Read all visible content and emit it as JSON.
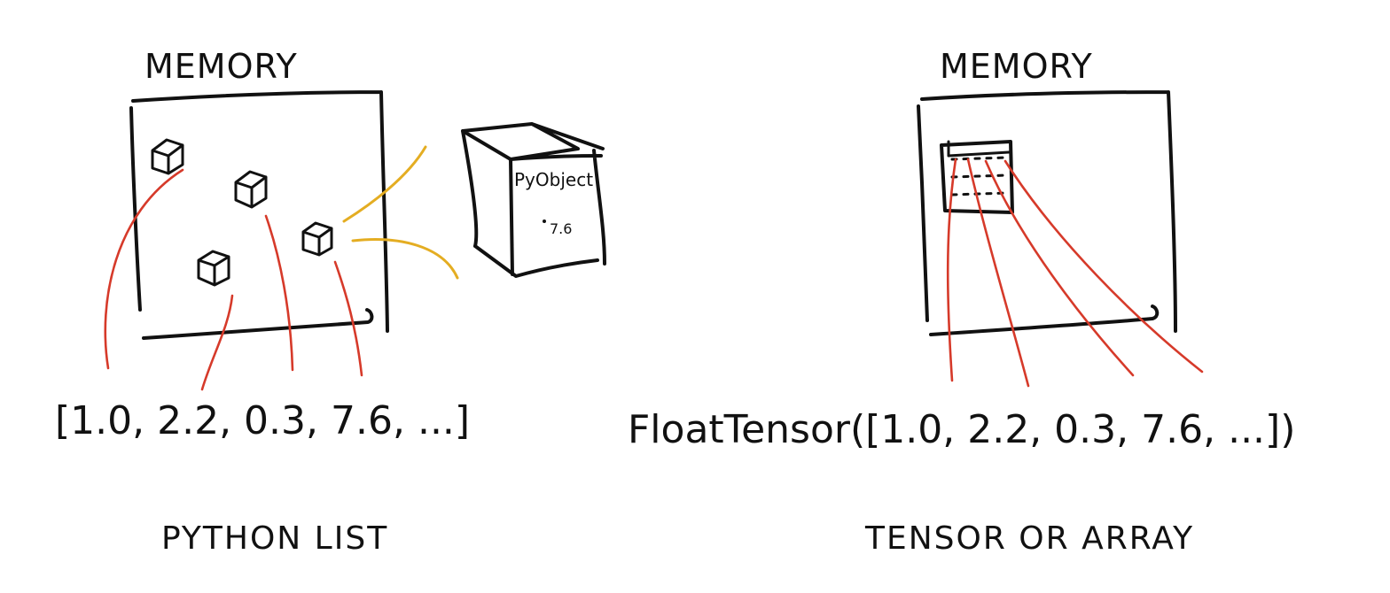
{
  "left": {
    "memory_label": "MEMORY",
    "list_text": "[1.0, 2.2, 0.3, 7.6, ...]",
    "caption": "PYTHON LIST",
    "pyobject_label": "PyObject",
    "pyobject_value": "7.6"
  },
  "right": {
    "memory_label": "MEMORY",
    "list_text": "FloatTensor([1.0, 2.2, 0.3, 7.6, ...])",
    "caption": "TENSOR OR ARRAY"
  },
  "colors": {
    "pointer": "#d63a2a",
    "highlight": "#e4ad22",
    "ink": "#111111"
  }
}
